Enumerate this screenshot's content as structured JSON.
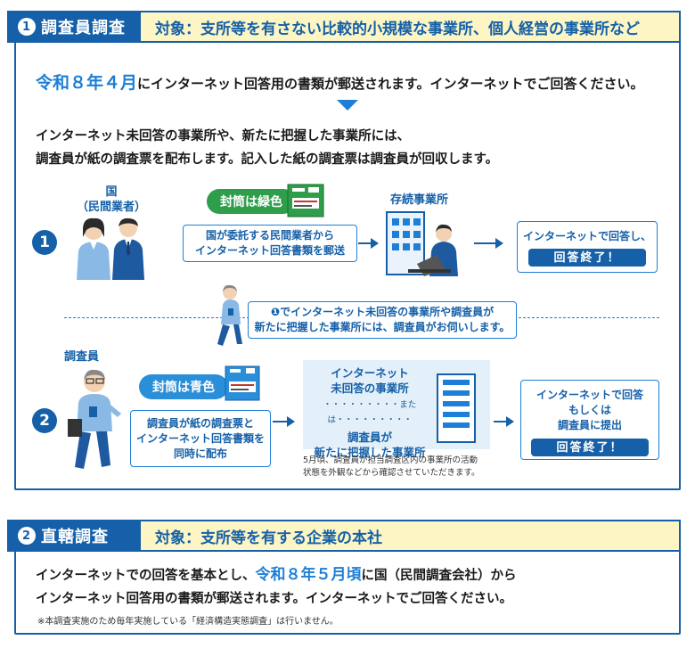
{
  "section1": {
    "num": "1",
    "title": "調査員調査",
    "target": "対象：支所等を有さない比較的小規模な事業所、個人経営の事業所など",
    "intro_highlight": "令和８年４月",
    "intro_rest": "にインターネット回答用の書類が郵送されます。インターネットでご回答ください。",
    "desc_line1": "インターネット未回答の事業所や、新たに把握した事業所には、",
    "desc_line2": "調査員が紙の調査票を配布します。記入した紙の調査票は調査員が回収します。",
    "flow1": {
      "num": "1",
      "actor_label_line1": "国",
      "actor_label_line2": "（民間業者）",
      "envelope_label": "封筒は緑色",
      "box_line1": "国が委託する民間業者から",
      "box_line2": "インターネット回答書類を郵送",
      "dest_label": "存続事業所",
      "result_line1": "インターネットで回答し、",
      "result_done": "回答終了！"
    },
    "note_box_line1": "❶でインターネット未回答の事業所や調査員が",
    "note_box_line2": "新たに把握した事業所には、調査員がお伺いします。",
    "flow2": {
      "num": "2",
      "actor_label": "調査員",
      "envelope_label": "封筒は青色",
      "box_line1": "調査員が紙の調査票と",
      "box_line2": "インターネット回答書類を",
      "box_line3": "同時に配布",
      "target_line1": "インターネット",
      "target_line2": "未回答の事業所",
      "or_text": "または",
      "target_line3": "調査員が",
      "target_line4": "新たに把握した事業所",
      "footnote_line1": "5月頃、調査員が担当調査区内の事業所の活動",
      "footnote_line2": "状態を外観などから確認させていただきます。",
      "result_line1": "インターネットで回答",
      "result_line2": "もしくは",
      "result_line3": "調査員に提出",
      "result_done": "回答終了！"
    }
  },
  "section2": {
    "num": "2",
    "title": "直轄調査",
    "target": "対象：支所等を有する企業の本社",
    "line1_pre": "インターネットでの回答を基本とし、",
    "line1_highlight": "令和８年５月頃",
    "line1_post": "に国（民間調査会社）から",
    "line2": "インターネット回答用の書類が郵送されます。インターネットでご回答ください。",
    "note": "※本調査実施のため毎年実施している「経済構造実態調査」は行いません。"
  },
  "colors": {
    "primary": "#1560a8",
    "accent": "#1e7fd6",
    "highlight_bg": "#fdf5c4",
    "green": "#2e9e4a",
    "blue_pill": "#2a8fd8"
  }
}
